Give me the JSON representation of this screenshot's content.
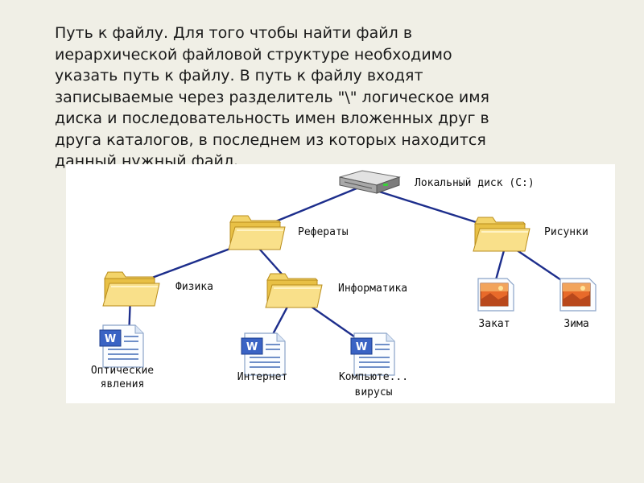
{
  "text": {
    "line1": "Путь к файлу. Для того чтобы найти файл в",
    "line2": "иерархической файловой структуре необходимо",
    "line3": "указать путь к файлу. В путь к файлу входят",
    "line4": "записываемые через разделитель \"\\\" логическое имя",
    "line5": "диска и последовательность имен вложенных друг в",
    "line6": "друга каталогов, в последнем из которых находится",
    "line7": "данный нужный файл."
  },
  "tree": {
    "disk": "Локальный диск (C:)",
    "referaty": "Рефераты",
    "risunki": "Рисунки",
    "fizika": "Физика",
    "informatika": "Информатика",
    "zakat": "Закат",
    "zima": "Зима",
    "opt1": "Оптические",
    "opt2": "явления",
    "internet": "Интернет",
    "komp1": "Компьюте...",
    "komp2": "вирусы"
  },
  "colors": {
    "connector": "#1d2e8c",
    "folder": "#f5d55c",
    "folder_dark": "#d9a92a",
    "word_blue": "#3a63c4"
  }
}
